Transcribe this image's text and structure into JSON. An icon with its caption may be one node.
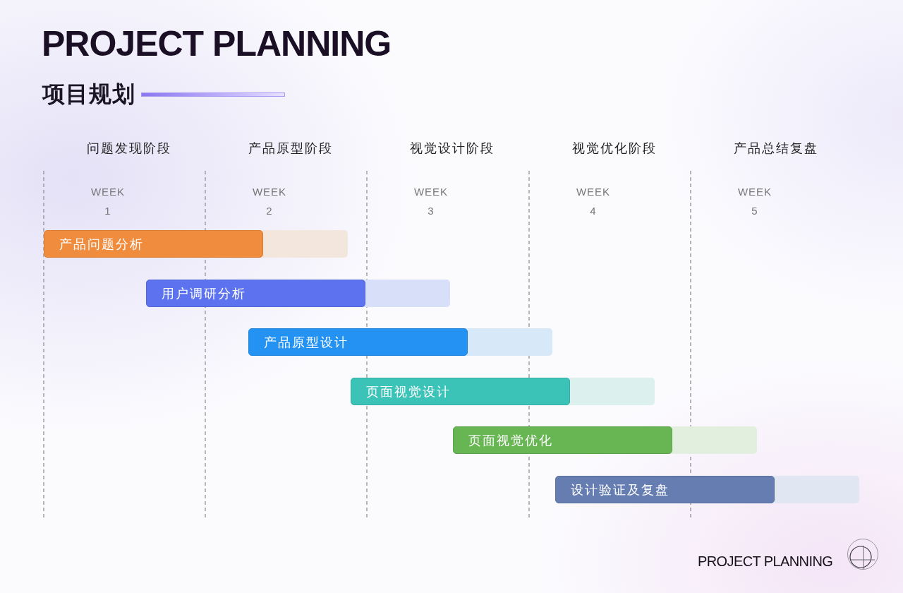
{
  "diagram": {
    "title": "PROJECT PLANNING",
    "nodes": [
      {
        "text": [
          "产品问题分析"
        ]
      },
      {
        "text": [
          "用户调研分析"
        ]
      },
      {
        "text": [
          "产品原型设计"
        ]
      },
      {
        "text": [
          "页面视觉设计"
        ]
      },
      {
        "text": [
          "页面视觉优化"
        ]
      },
      {
        "text": [
          "设计验证及复盘"
        ]
      }
    ],
    "labels": [
      "项目规划",
      "问题发现阶段",
      "产品原型阶段",
      "视觉设计阶段",
      "视觉优化阶段",
      "产品总结复盘",
      "WEEK",
      "1",
      "WEEK",
      "2",
      "WEEK",
      "3",
      "WEEK",
      "4",
      "WEEK",
      "5",
      "PROJECT PLANNING"
    ]
  }
}
